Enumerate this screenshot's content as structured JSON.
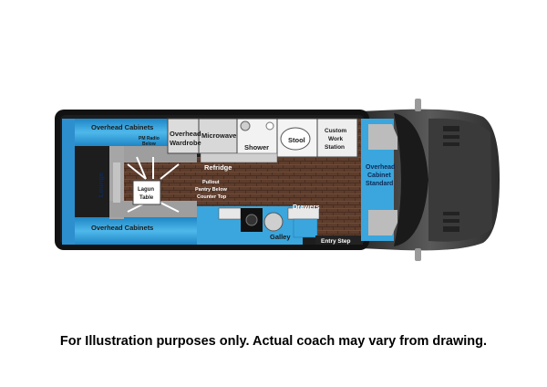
{
  "labels": {
    "overhead_cabinets_top": "Overhead Cabinets",
    "overhead_cabinets_bottom": "Overhead Cabinets",
    "pm_radio": "PM Radio",
    "below_small": "Below",
    "overhead_wardrobe_1": "Overhead",
    "overhead_wardrobe_2": "Wardrobe",
    "microwave": "Microwave",
    "shower": "Shower",
    "stool": "Stool",
    "custom_work_station_1": "Custom",
    "custom_work_station_2": "Work",
    "custom_work_station_3": "Station",
    "refridge": "Refridge",
    "lounge": "Lounge",
    "lagun_table_1": "Lagun",
    "lagun_table_2": "Table",
    "pullout_1": "Pullout",
    "pullout_2": "Pantry Below",
    "pullout_3": "Counter Top",
    "drawers": "Drawers",
    "galley": "Galley",
    "entry_step": "Entry Step",
    "overhead_cabinet_std_1": "Overhead",
    "overhead_cabinet_std_2": "Cabinet",
    "overhead_cabinet_std_3": "Standard"
  },
  "disclaimer": "For Illustration purposes only.  Actual coach may vary from drawing.",
  "colors": {
    "cabinet_blue": "#3aa6dd",
    "floor_brown": "#5e3d2d",
    "counter_white": "#e9e9e9",
    "body_dark": "#111111"
  }
}
